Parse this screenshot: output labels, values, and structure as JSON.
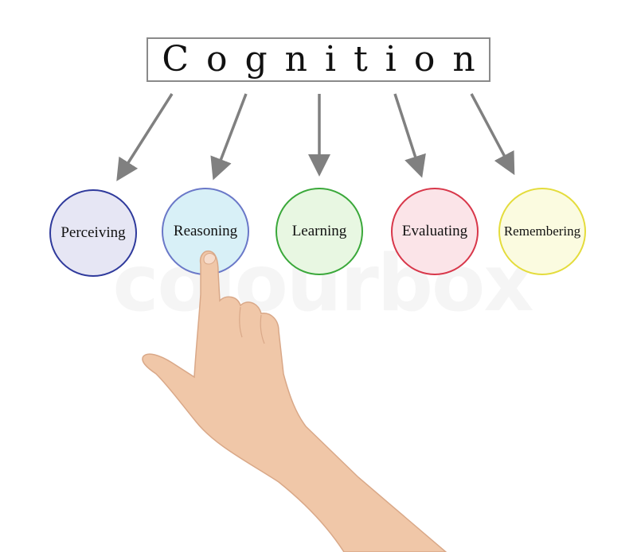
{
  "diagram": {
    "title": "Cognition",
    "nodes": [
      {
        "label": "Perceiving"
      },
      {
        "label": "Reasoning"
      },
      {
        "label": "Learning"
      },
      {
        "label": "Evaluating"
      },
      {
        "label": "Remembering"
      }
    ]
  },
  "watermark": "colourbox",
  "colors": {
    "arrow": "#808080",
    "perceiving_border": "#2f3a9c",
    "reasoning_border": "#6a78c8",
    "learning_border": "#3aa83a",
    "evaluating_border": "#d8374a",
    "remembering_border": "#e4dc3c"
  }
}
